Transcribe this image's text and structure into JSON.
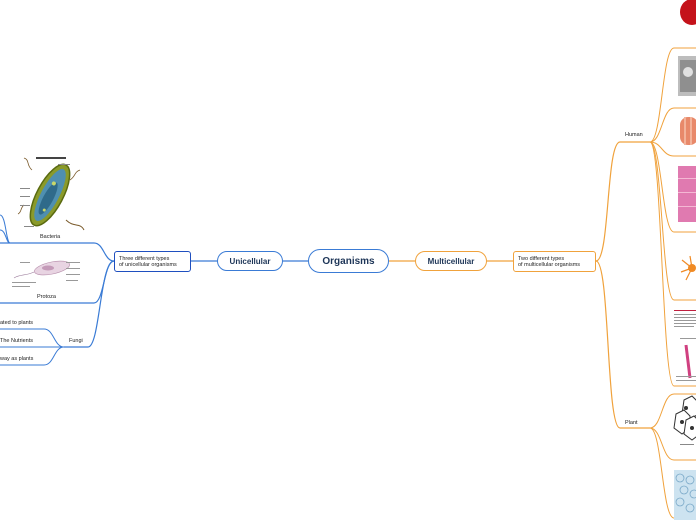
{
  "root": {
    "label": "Organisms"
  },
  "unicellular": {
    "label": "Unicellular",
    "box": {
      "line1": "Three different types",
      "line2": "of unicellular organisms"
    },
    "types": [
      {
        "label": "Bacteria"
      },
      {
        "label": "Protoza"
      },
      {
        "label": "Fungi",
        "subs": [
          "ated to plants",
          "The Nutrients",
          "way as plants"
        ]
      }
    ]
  },
  "multicellular": {
    "label": "Multicellular",
    "box": {
      "line1": "Two different types",
      "line2": "of multicellular organisms"
    },
    "types": [
      {
        "label": "Human"
      },
      {
        "label": "Plant"
      }
    ]
  },
  "colors": {
    "uni_branch": "#3a7bd5",
    "multi_branch": "#f0a23c",
    "text": "#1d3557"
  }
}
